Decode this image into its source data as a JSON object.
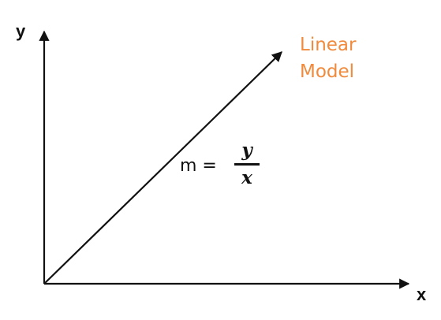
{
  "axes": {
    "x_label": "x",
    "y_label": "y"
  },
  "model": {
    "title_line1": "Linear",
    "title_line2": "Model"
  },
  "formula": {
    "lhs": "m =",
    "numerator": "y",
    "denominator": "x"
  },
  "colors": {
    "line": "#111111",
    "accent": "#f08a3c"
  }
}
